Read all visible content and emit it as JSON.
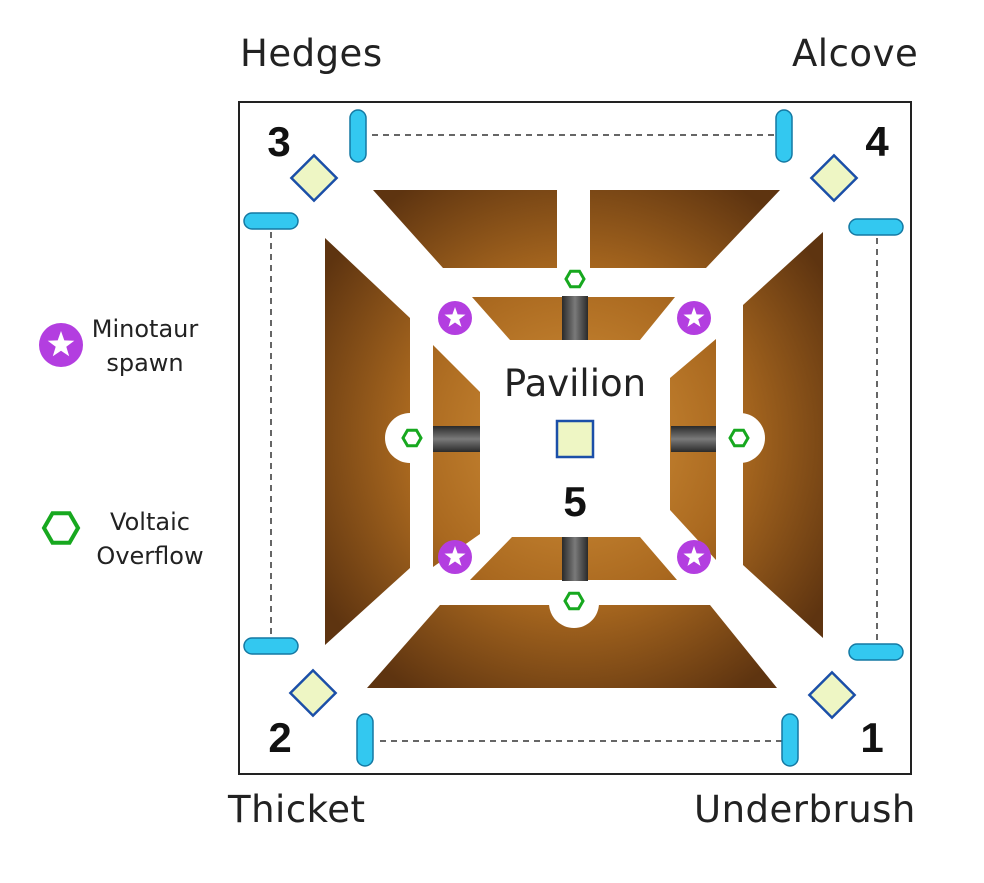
{
  "map": {
    "corners": {
      "top_left": "Hedges",
      "top_right": "Alcove",
      "bottom_left": "Thicket",
      "bottom_right": "Underbrush"
    },
    "center_label": "Pavilion",
    "numbers": {
      "n1": "1",
      "n2": "2",
      "n3": "3",
      "n4": "4",
      "n5": "5"
    }
  },
  "legend": {
    "minotaur": {
      "line1": "Minotaur",
      "line2": "spawn",
      "color": "#b33ee0"
    },
    "voltaic": {
      "line1": "Voltaic",
      "line2": "Overflow",
      "color": "#17a81f"
    }
  },
  "colors": {
    "pillar_blue": "#33c8f0",
    "marker_fill": "#eef6c4",
    "marker_stroke": "#1b4fa8",
    "brown_dark": "#6b3d12",
    "brown_light": "#c78630"
  }
}
